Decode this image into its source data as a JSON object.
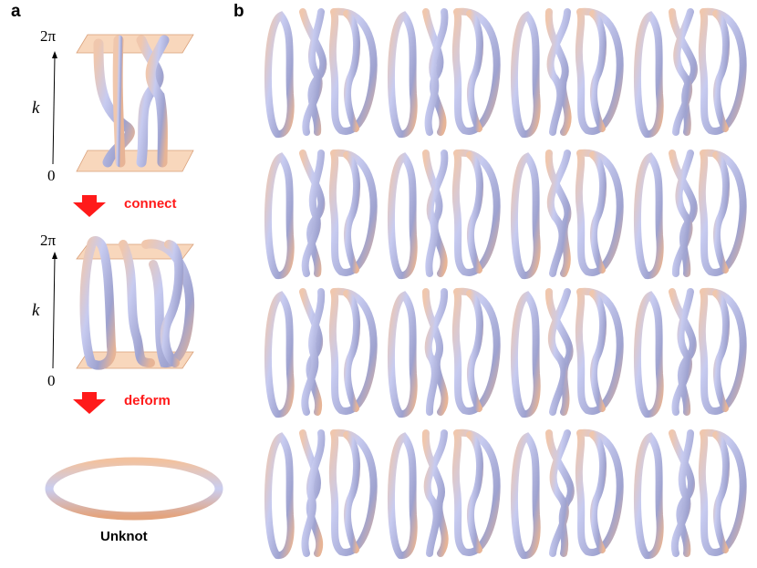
{
  "panel_a": {
    "label": "a",
    "upper_axis": {
      "top_tick": "2π",
      "variable": "k",
      "bottom_tick": "0"
    },
    "lower_axis": {
      "top_tick": "2π",
      "variable": "k",
      "bottom_tick": "0"
    },
    "step1": "connect",
    "step2": "deform",
    "result": "Unknot"
  },
  "panel_b": {
    "label": "b"
  },
  "colors": {
    "arrow": "#ff1a1a",
    "plane": "#f5c9a6",
    "tube_light": "#c9cdf0",
    "tube_dark": "#7d7fa6",
    "tube_warm": "#e8b59a"
  }
}
